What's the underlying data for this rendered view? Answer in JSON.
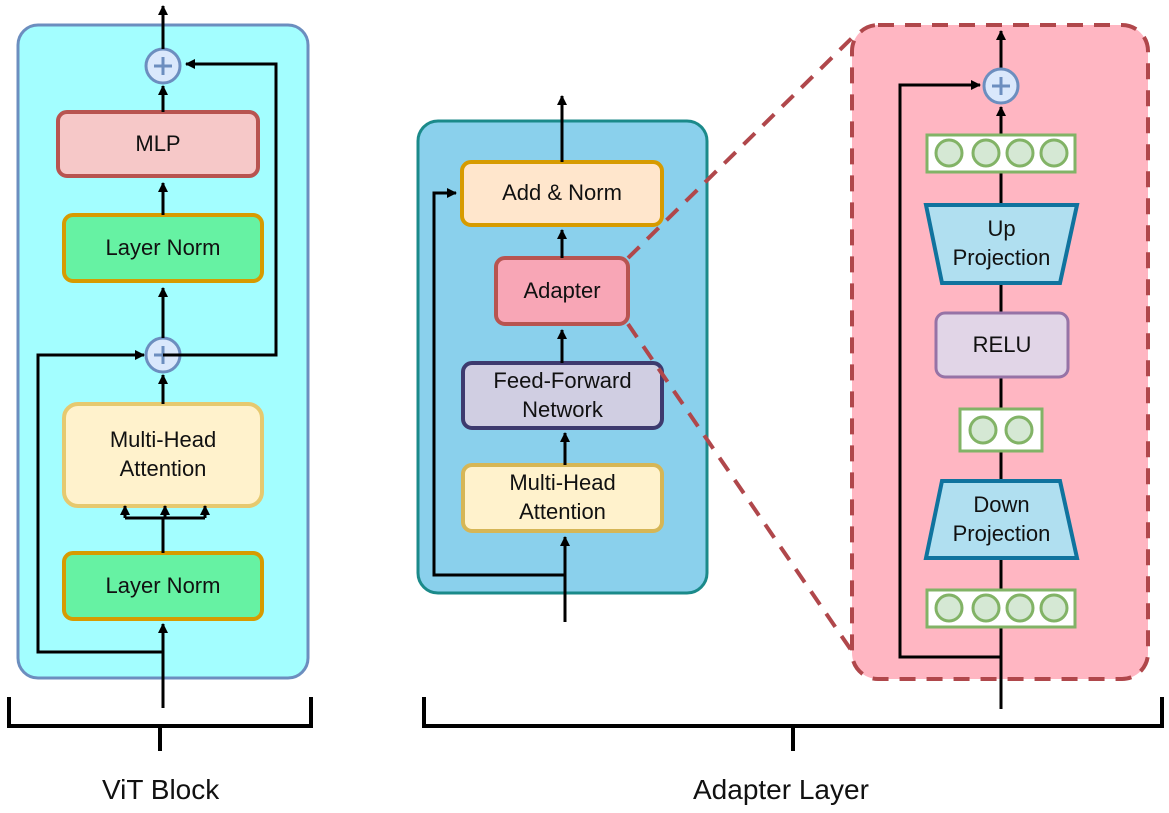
{
  "vit_block": {
    "caption": "ViT Block",
    "mlp": "MLP",
    "layer_norm_top": "Layer Norm",
    "attention": "Multi-Head\nAttention",
    "layer_norm_bottom": "Layer Norm"
  },
  "transformer_layer": {
    "add_norm": "Add & Norm",
    "adapter": "Adapter",
    "ffn": "Feed-Forward\nNetwork",
    "attention": "Multi-Head\nAttention"
  },
  "adapter_layer": {
    "caption": "Adapter Layer",
    "up_projection": "Up\nProjection",
    "relu": "RELU",
    "down_projection": "Down\nProjection",
    "output_vector_size": 4,
    "bottleneck_vector_size": 2,
    "input_vector_size": 4
  },
  "colors": {
    "vit_panel": "#a3feff",
    "layer_panel": "#8ad0ec",
    "adapter_panel": "#ffb6c2",
    "mlp": "#f6c8c8",
    "layer_norm": "#66f2a3",
    "attention": "#fff2cc",
    "add_norm": "#ffe6cc",
    "adapter": "#f8a6b6",
    "ffn": "#d0cee2",
    "projection": "#b0dff0",
    "relu": "#e1d5e7",
    "neuron": "#d5e8d4"
  }
}
